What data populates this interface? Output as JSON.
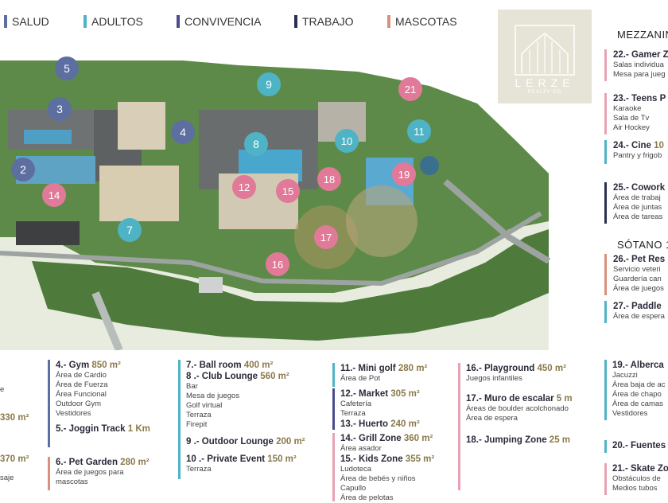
{
  "legend": [
    {
      "label": "SALUD",
      "color": "#5c6fa0"
    },
    {
      "label": "ADULTOS",
      "color": "#4fb3c6"
    },
    {
      "label": "CONVIVENCIA",
      "color": "#4a4c8c"
    },
    {
      "label": "TRABAJO",
      "color": "#2c3050"
    },
    {
      "label": "MASCOTAS",
      "color": "#d9907c"
    }
  ],
  "logo": {
    "name": "LERZE",
    "sub": "REALTY CO"
  },
  "markers": [
    {
      "n": "2",
      "color": "#5c6fa0"
    },
    {
      "n": "3",
      "color": "#5c6fa0"
    },
    {
      "n": "4",
      "color": "#5c6fa0"
    },
    {
      "n": "5",
      "color": "#5c6fa0"
    },
    {
      "n": "7",
      "color": "#4fb3c6"
    },
    {
      "n": "8",
      "color": "#4fb3c6"
    },
    {
      "n": "9",
      "color": "#4fb3c6"
    },
    {
      "n": "10",
      "color": "#4fb3c6"
    },
    {
      "n": "11",
      "color": "#4fb3c6"
    },
    {
      "n": "12",
      "color": "#e07a98"
    },
    {
      "n": "14",
      "color": "#e07a98"
    },
    {
      "n": "15",
      "color": "#e07a98"
    },
    {
      "n": "16",
      "color": "#e07a98"
    },
    {
      "n": "17",
      "color": "#e07a98"
    },
    {
      "n": "18",
      "color": "#e07a98"
    },
    {
      "n": "19",
      "color": "#e07a98"
    },
    {
      "n": "21",
      "color": "#e07a98"
    }
  ],
  "sidebar": {
    "mezzanine": "MEZZANIN",
    "sotano": "SÓTANO 1",
    "b22": {
      "title": "22.- Gamer Z",
      "lines": [
        "Salas individua",
        "Mesa para jueg"
      ]
    },
    "b23": {
      "title": "23.- Teens P",
      "lines": [
        "Karaoke",
        "Sala de Tv",
        "Air Hockey"
      ]
    },
    "b24": {
      "title": "24.- Cine ",
      "size": "10",
      "lines": [
        "Pantry y frigob"
      ]
    },
    "b25": {
      "title": "25.- Cowork",
      "lines": [
        "Área de trabaj",
        "Área de juntas",
        "Área de tareas"
      ]
    },
    "b26": {
      "title": "26.- Pet Res",
      "lines": [
        "Servicio veteri",
        "Guardería can",
        "Área de juegos"
      ]
    },
    "b27": {
      "title": "27.-  Paddle",
      "lines": [
        "Área de espera"
      ]
    }
  },
  "col0": {
    "frag1": "e",
    "frag2": "330 m²",
    "frag3": "370 m²",
    "frag4": "saje"
  },
  "col1": {
    "i4": {
      "title": "4.-  Gym ",
      "size": "850 m²",
      "lines": [
        "Área de Cardio",
        "Área de Fuerza",
        "Área Funcional",
        "Outdoor Gym",
        "Vestidores"
      ]
    },
    "i5": {
      "title": "5.-  Joggin Track ",
      "size": "1 Km"
    },
    "i6": {
      "title": "6.- Pet Garden ",
      "size": "280 m²",
      "lines": [
        "Área de juegos para",
        "mascotas"
      ]
    }
  },
  "col2": {
    "i7": {
      "title": "7.- Ball room ",
      "size": "400 m²"
    },
    "i8": {
      "title": "8 .- Club Lounge ",
      "size": "560 m²",
      "lines": [
        "Bar",
        "Mesa de juegos",
        "Golf virtual",
        "Terraza",
        "Firepit"
      ]
    },
    "i9": {
      "title": "9 .- Outdoor Lounge ",
      "size": "200 m²"
    },
    "i10": {
      "title": "10 .- Private Event ",
      "size": "150 m²",
      "lines": [
        "Terraza"
      ]
    }
  },
  "col3": {
    "i11": {
      "title": "11.- Mini golf ",
      "size": "280 m²",
      "lines": [
        "Área de Pot"
      ]
    },
    "i12": {
      "title": "12.- Market ",
      "size": "305 m²",
      "lines": [
        "Cafetería",
        "Terraza"
      ]
    },
    "i13": {
      "title": "13.- Huerto ",
      "size": "240 m²"
    },
    "i14": {
      "title": "14.- Grill Zone ",
      "size": "360 m²",
      "lines": [
        "Área asador"
      ]
    },
    "i15": {
      "title": "15.- Kids Zone ",
      "size": "355 m²",
      "lines": [
        "Ludoteca",
        "Área de bebés y niños",
        "Capullo",
        "Área de pelotas"
      ]
    }
  },
  "col4": {
    "i16": {
      "title": "16.- Playground ",
      "size": "450 m²",
      "lines": [
        "Juegos infantiles"
      ]
    },
    "i17": {
      "title": "17.- Muro de escalar ",
      "size": "5 m",
      "lines": [
        "Áreas de boulder acolchonado",
        "Área de espera"
      ]
    },
    "i18": {
      "title": "18.- Jumping Zone ",
      "size": "25 m"
    }
  },
  "col5": {
    "i19": {
      "title": "19.- Alberca",
      "lines": [
        "Jacuzzi",
        "Área baja de ac",
        "Área de chapo",
        "Área de camas",
        "Vestidores"
      ]
    },
    "i20": {
      "title": "20.- Fuentes"
    },
    "i21": {
      "title": "21.- Skate Zo",
      "lines": [
        "Obstáculos de",
        "Medios tubos"
      ]
    }
  }
}
